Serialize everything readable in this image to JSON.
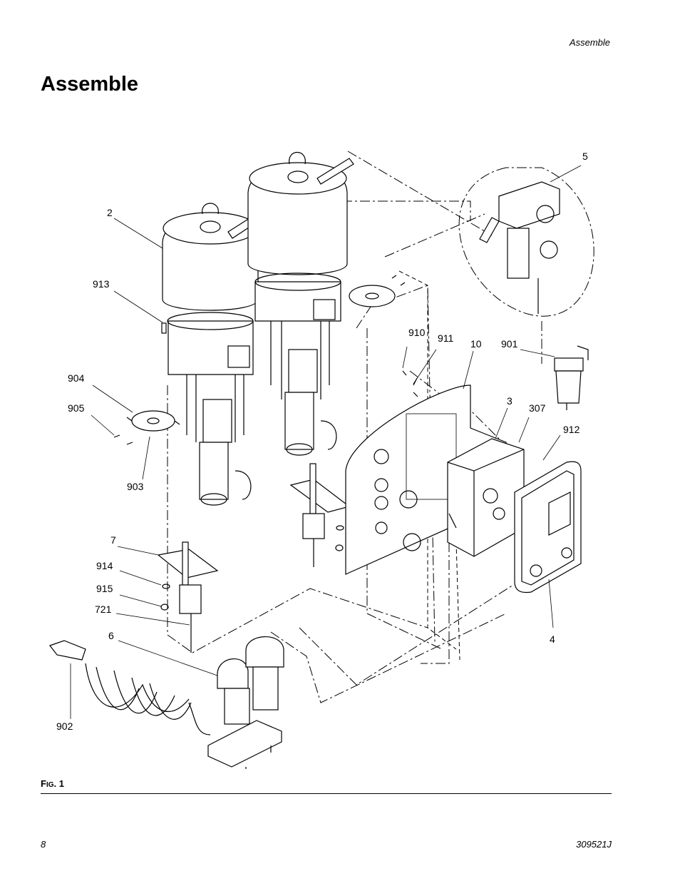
{
  "header": {
    "section": "Assemble"
  },
  "title": "Assemble",
  "callouts": {
    "c2": "2",
    "c913": "913",
    "c904": "904",
    "c905": "905",
    "c903": "903",
    "c7": "7",
    "c914": "914",
    "c915": "915",
    "c721": "721",
    "c6": "6",
    "c902": "902",
    "c5": "5",
    "c910": "910",
    "c911": "911",
    "c10": "10",
    "c901": "901",
    "c3": "3",
    "c307": "307",
    "c912": "912",
    "c4": "4"
  },
  "figure": {
    "caption_f": "F",
    "caption_ig": "IG",
    "caption_num": ". 1"
  },
  "footer": {
    "page_number": "8",
    "doc_number": "309521J"
  }
}
